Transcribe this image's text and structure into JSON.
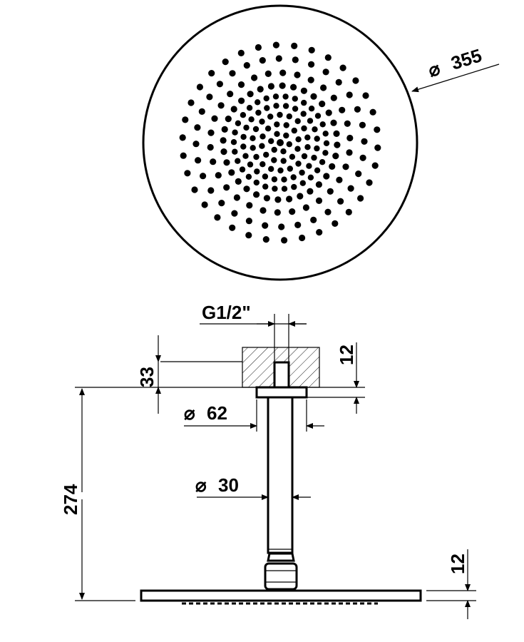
{
  "top_view": {
    "diameter_symbol": "⌀",
    "diameter_value": "355"
  },
  "side_view": {
    "thread_label": "G1/2\"",
    "dim_wall_depth": "33",
    "dim_flange_height": "12",
    "dim_flange_diameter_symbol": "⌀",
    "dim_flange_diameter_value": "62",
    "dim_arm_diameter_symbol": "⌀",
    "dim_arm_diameter_value": "30",
    "dim_arm_length": "274",
    "dim_head_thickness": "12"
  },
  "colors": {
    "line": "#000000",
    "background": "#ffffff"
  }
}
